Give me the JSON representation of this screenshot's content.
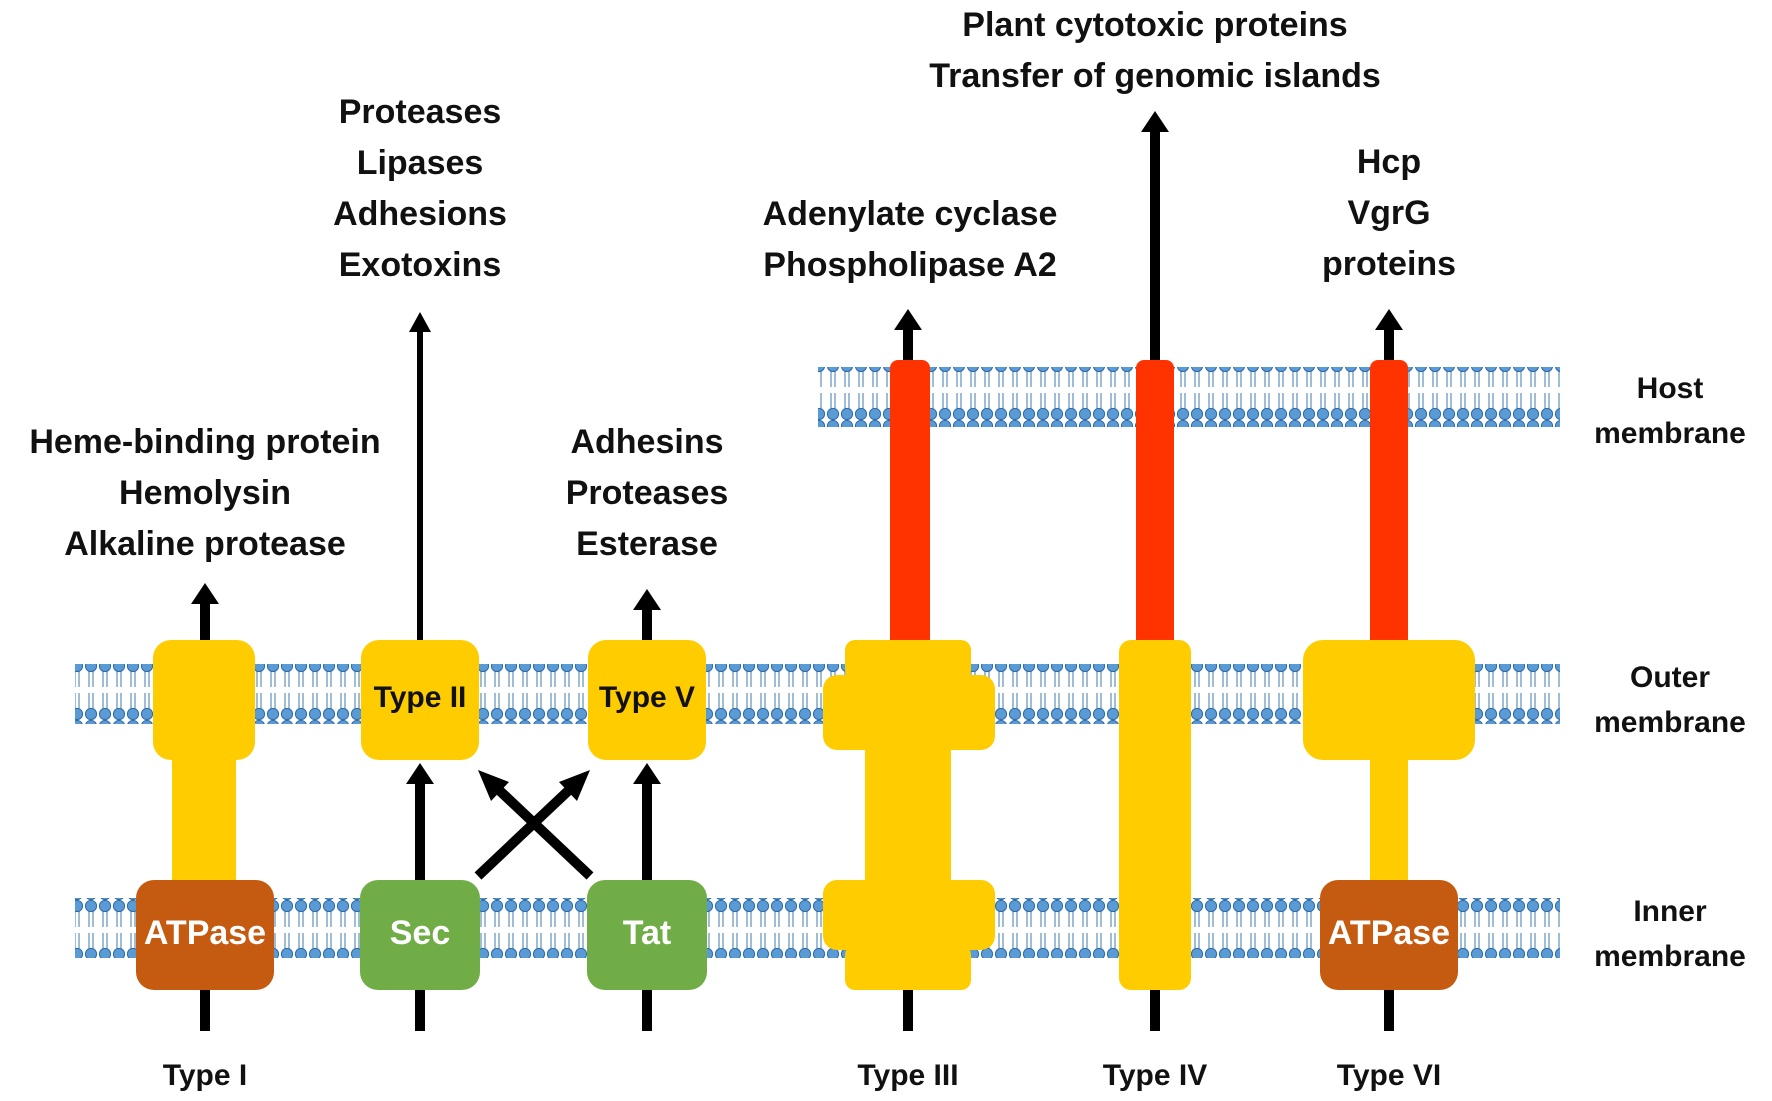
{
  "membranes": {
    "host": [
      "Host",
      "membrane"
    ],
    "outer": [
      "Outer",
      "membrane"
    ],
    "inner": [
      "Inner",
      "membrane"
    ]
  },
  "systems": {
    "type1": {
      "label": "Type I",
      "cargo": [
        "Heme-binding protein",
        "Hemolysin",
        "Alkaline protease"
      ],
      "inner_component": "ATPase"
    },
    "type2": {
      "label": "Type II",
      "cargo": [
        "Proteases",
        "Lipases",
        "Adhesions",
        "Exotoxins"
      ],
      "inner_component": "Sec"
    },
    "type5": {
      "label": "Type V",
      "cargo": [
        "Adhesins",
        "Proteases",
        "Esterase"
      ],
      "inner_component": "Tat"
    },
    "type3": {
      "label": "Type III",
      "cargo": [
        "Adenylate cyclase",
        "Phospholipase A2"
      ]
    },
    "type4": {
      "label": "Type IV",
      "cargo": [
        "Plant cytotoxic proteins",
        "Transfer of genomic islands"
      ]
    },
    "type6": {
      "label": "Type VI",
      "cargo": [
        "Hcp",
        "VgrG",
        "proteins"
      ],
      "inner_component": "ATPase"
    }
  },
  "colors": {
    "lipid_head": "#5b9bd5",
    "lipid_tail": "#7fa7c9",
    "channel": "#ffcc00",
    "atpase": "#c55a11",
    "sec_tat": "#70ad47",
    "needle": "#ff3300",
    "arrow": "#000000"
  }
}
